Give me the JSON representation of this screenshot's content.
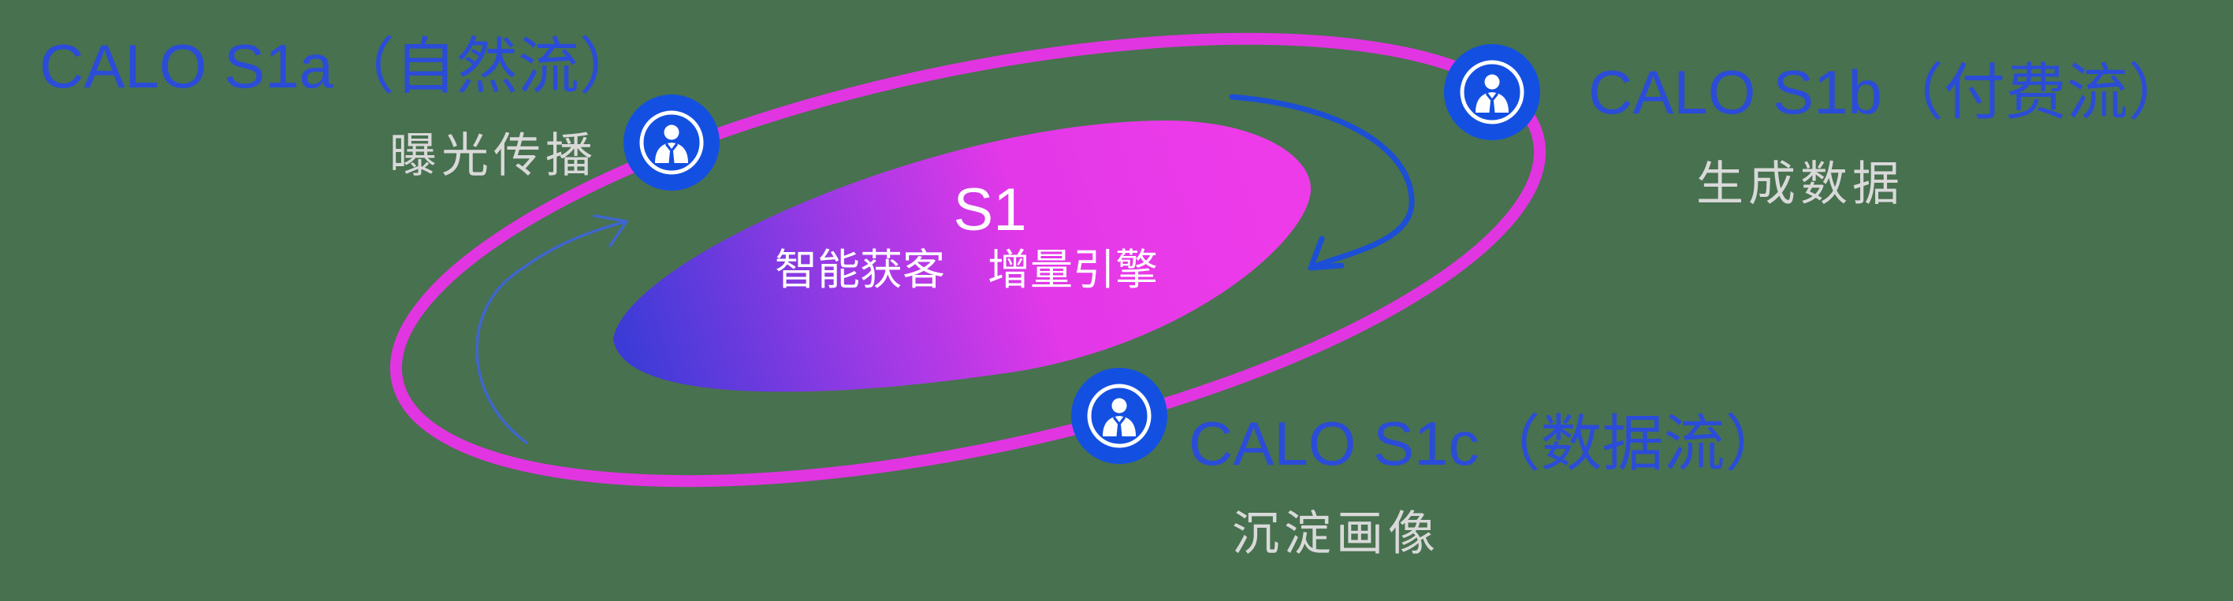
{
  "background_color": "#48714F",
  "colors": {
    "orbit": "#E135E1",
    "node_fill": "#1350E2",
    "label_blue": "#2B4CD8",
    "label_gray": "#D9D9D9",
    "arrow_blue": "#1C4FD6",
    "core_gradient_start": "#3C3BD7",
    "core_gradient_mid": "#9A3AE5",
    "core_gradient_end": "#EE3BE9",
    "core_text": "#FFFFFF"
  },
  "core": {
    "title": "S1",
    "subtitle": "智能获客　增量引擎"
  },
  "nodes": [
    {
      "id": "s1a",
      "label": "CALO S1a（自然流）",
      "sub": "曝光传播"
    },
    {
      "id": "s1b",
      "label": "CALO S1b（付费流）",
      "sub": "生成数据"
    },
    {
      "id": "s1c",
      "label": "CALO S1c（数据流）",
      "sub": "沉淀画像"
    }
  ],
  "icons": [
    "person-icon",
    "person-icon",
    "person-icon"
  ]
}
